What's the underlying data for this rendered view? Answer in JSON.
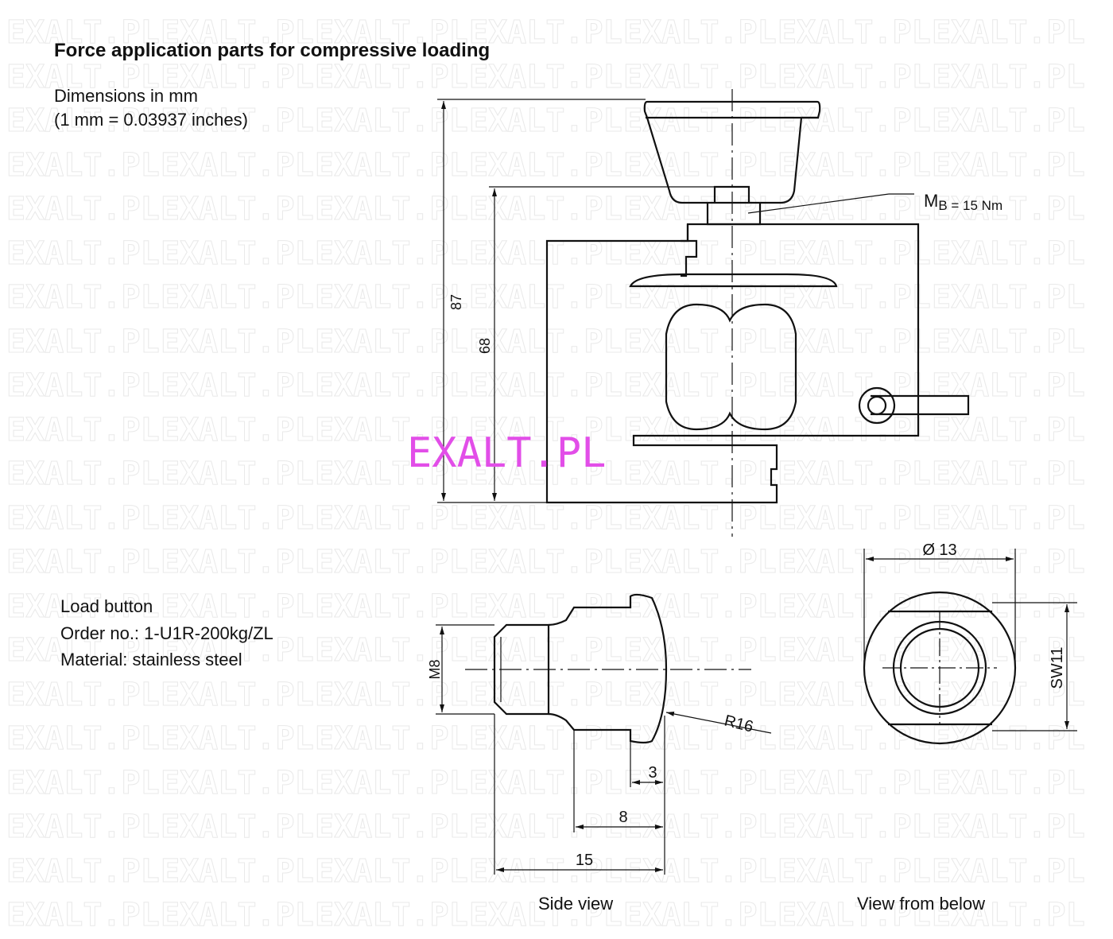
{
  "title": "Force application parts for compressive loading",
  "dimensions_note": [
    "Dimensions in mm",
    "(1 mm = 0.03937 inches)"
  ],
  "load_button": {
    "name": "Load button",
    "order_no": "Order no.: 1-U1R-200kg/ZL",
    "material": "Material: stainless steel"
  },
  "top_view": {
    "dim_87": "87",
    "dim_68": "68",
    "torque": {
      "main": "M",
      "sub": "B = 15 Nm"
    }
  },
  "side_view": {
    "caption": "Side view",
    "thread": "M8",
    "radius": "R16",
    "dim_3": "3",
    "dim_8": "8",
    "dim_15": "15"
  },
  "bottom_view": {
    "caption": "View from below",
    "diameter": "Ø 13",
    "wrench": "SW11"
  },
  "watermark": {
    "text": "EXALT.PL",
    "overlay": "EXALT.PL",
    "overlay_color": "#e24ee8"
  }
}
